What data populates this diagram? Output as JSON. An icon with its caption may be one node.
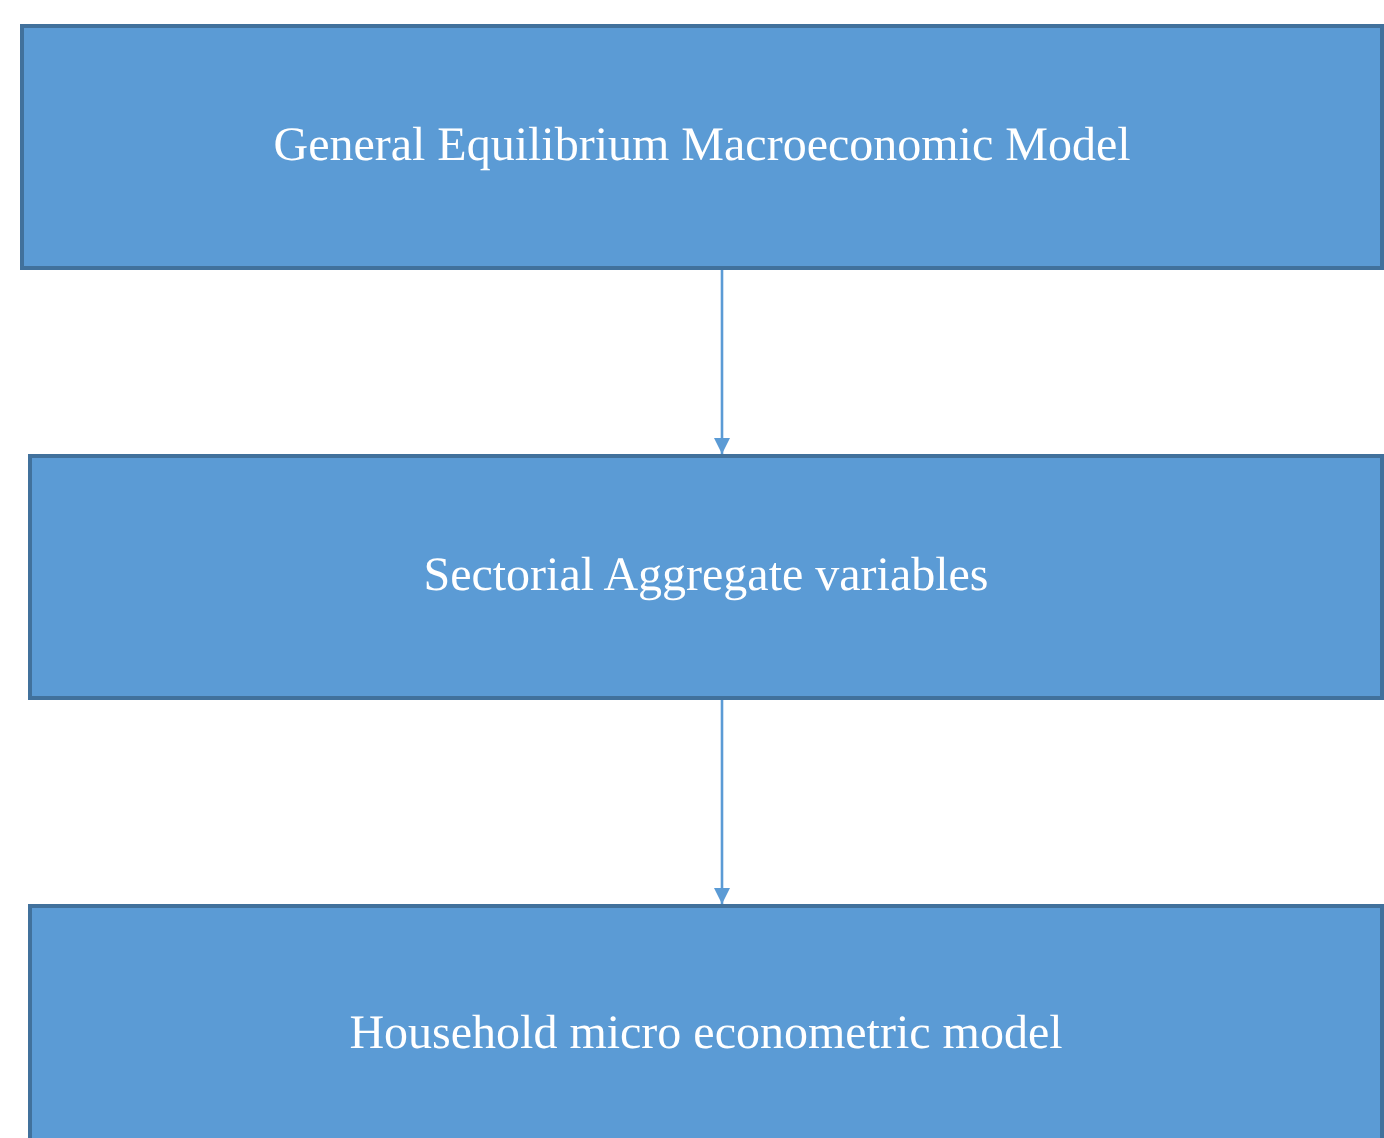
{
  "diagram": {
    "nodes": [
      {
        "text": [
          "General Equilibrium Macroeconomic Model"
        ]
      },
      {
        "text": [
          "Sectorial Aggregate variables"
        ]
      },
      {
        "text": [
          "Household micro econometric model"
        ]
      }
    ],
    "edges": [
      {
        "from": 0,
        "to": 1,
        "arrow": "to"
      },
      {
        "from": 1,
        "to": 2,
        "arrow": "to"
      }
    ]
  }
}
